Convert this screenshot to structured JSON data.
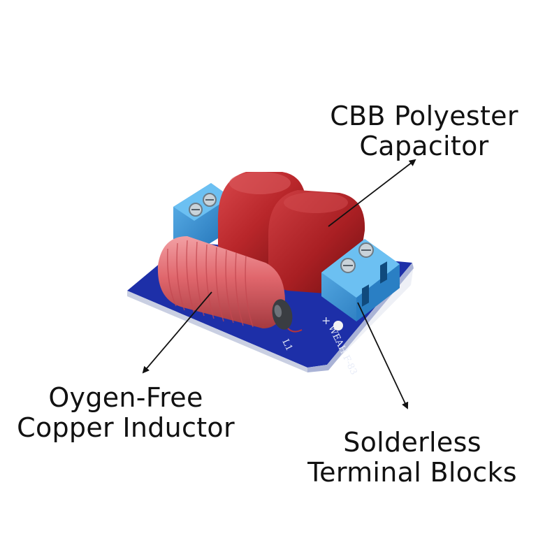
{
  "callouts": {
    "capacitor": {
      "line1": "CBB Polyester",
      "line2": "Capacitor"
    },
    "inductor": {
      "line1": "Oygen-Free",
      "line2": "Copper Inductor"
    },
    "terminal": {
      "line1": "Solderless",
      "line2": "Terminal Blocks"
    }
  },
  "pcb_markings": {
    "model": "WEAH F-83",
    "inductor_ref": "L1",
    "polarity": "+"
  },
  "colors": {
    "pcb": "#1d2fa8",
    "capacitor": "#b8262a",
    "terminal_block": "#2f8fd6",
    "inductor_wire": "#e86a70",
    "arrow": "#111111",
    "text": "#111111"
  }
}
